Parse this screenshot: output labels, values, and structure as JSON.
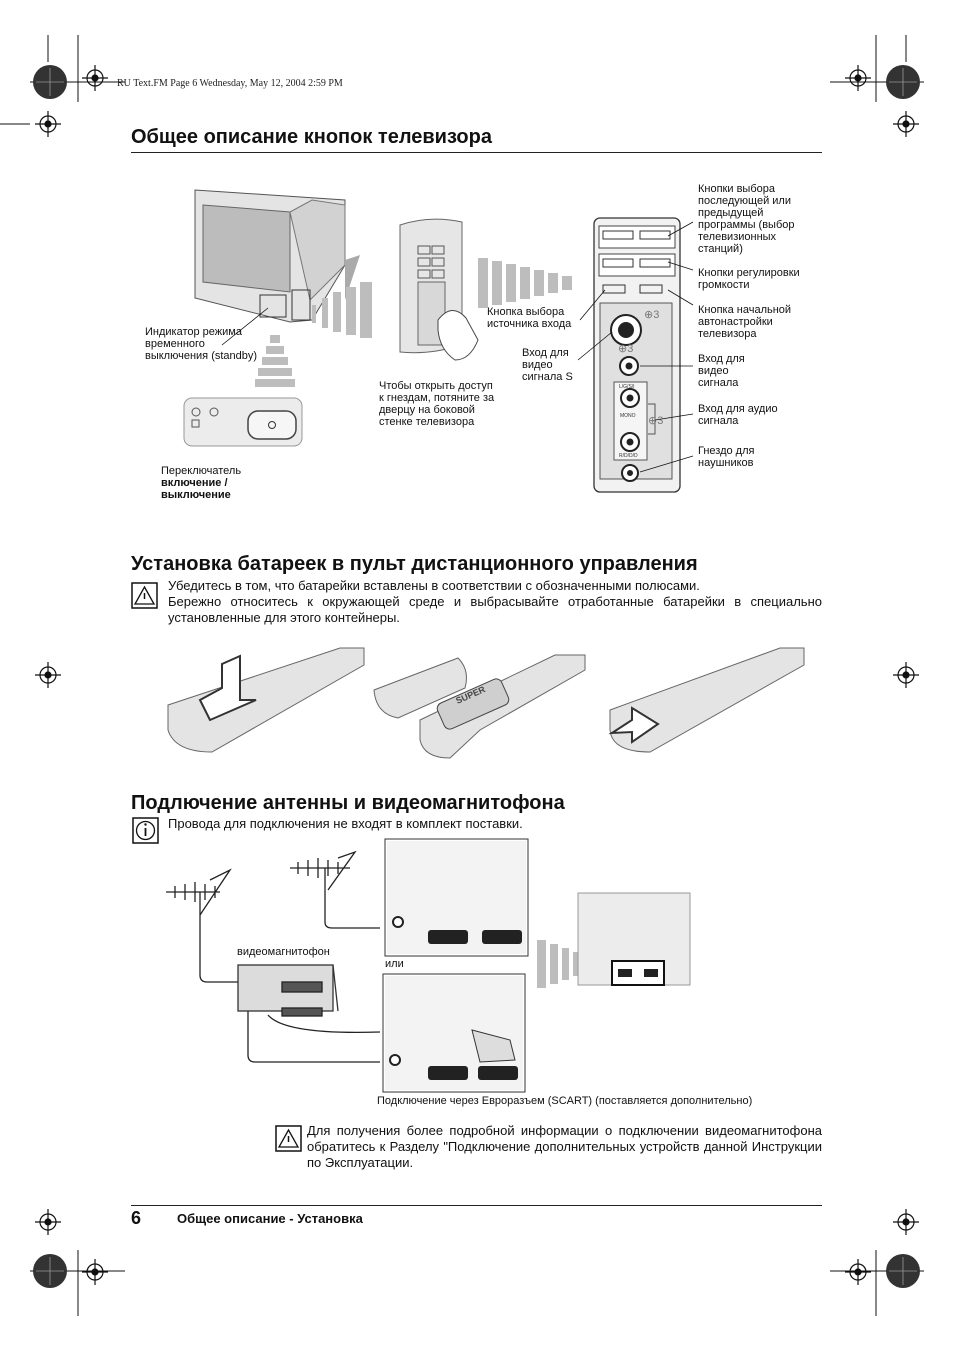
{
  "header": {
    "file_info": "RU Text.FM  Page 6  Wednesday, May 12, 2004  2:59 PM"
  },
  "section1": {
    "title": "Общее описание кнопок телевизора",
    "labels": {
      "standby": "Индикатор режима временного выключения (standby)",
      "power_prefix": "Переключатель",
      "power_bold": "включение / выключение",
      "door": "Чтобы открыть доступ к гнездам, потяните за дверцу на боковой стенке телевизора",
      "source": "Кнопка выбора источника входа",
      "svideo_in": "Вход для видео сигнала S",
      "prog": "Кнопки выбора последующей или предыдущей программы (выбор телевизионных станций)",
      "volume": "Кнопки регулировки громкости",
      "autotune": "Кнопка начальной автонастройки телевизора",
      "video_in": "Вход для видео сигнала",
      "audio_in": "Вход для аудио сигнала",
      "headphones": "Гнездо для наушников"
    },
    "panel_marks": {
      "jack3a": "⊕3",
      "jack3b": "⊕3",
      "jack3c": "⊕3",
      "l_g_s_i": "L/G/S/I",
      "mono": "MONO",
      "r_d_d_d": "R/D/D/D"
    }
  },
  "section2": {
    "title": "Установка батареек в пульт дистанционного управления",
    "warning_line1": "Убедитесь в том, что батарейки вставлены в соответствии с обозначенными полюсами.",
    "warning_line2": "Бережно относитесь к окружающей среде и выбрасывайте отработанные батарейки в специально установленные для этого контейнеры.",
    "battery_text": "SUPER"
  },
  "section3": {
    "title": "Подлючение антенны и видеомагнитофона",
    "info": "Провода для подключения не входят в комплект поставки.",
    "vcr_label": "видеомагнитофон",
    "or_label": "или",
    "scart_caption": "Подключение через Евроразъем (SCART) (поставляется дополнительно)",
    "warning2": "Для получения более подробной информации о подключении видеомагнитофона обратитесь к Разделу \"Подключение дополнительных устройств данной Инструкции по Эксплуатации."
  },
  "footer": {
    "page_number": "6",
    "title": "Общее описание - Установка"
  }
}
